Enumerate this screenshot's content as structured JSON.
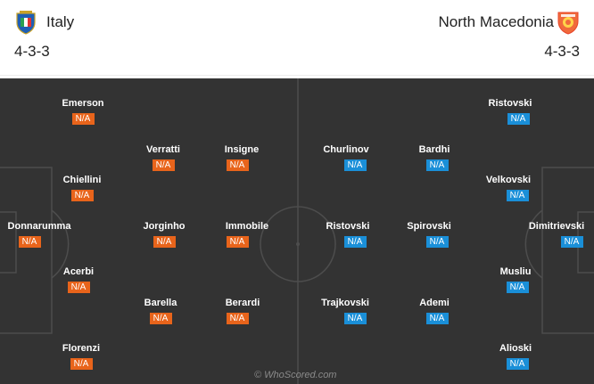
{
  "home": {
    "name": "Italy",
    "formation": "4-3-3",
    "rating_label": "N/A",
    "players": [
      {
        "name": "Emerson"
      },
      {
        "name": "Chiellini"
      },
      {
        "name": "Donnarumma"
      },
      {
        "name": "Acerbi"
      },
      {
        "name": "Florenzi"
      },
      {
        "name": "Verratti"
      },
      {
        "name": "Jorginho"
      },
      {
        "name": "Barella"
      },
      {
        "name": "Insigne"
      },
      {
        "name": "Immobile"
      },
      {
        "name": "Berardi"
      }
    ]
  },
  "away": {
    "name": "North Macedonia",
    "formation": "4-3-3",
    "rating_label": "N/A",
    "players": [
      {
        "name": "Ristovski"
      },
      {
        "name": "Velkovski"
      },
      {
        "name": "Dimitrievski"
      },
      {
        "name": "Musliu"
      },
      {
        "name": "Alioski"
      },
      {
        "name": "Bardhi"
      },
      {
        "name": "Spirovski"
      },
      {
        "name": "Ademi"
      },
      {
        "name": "Churlinov"
      },
      {
        "name": "Ristovski"
      },
      {
        "name": "Trajkovski"
      }
    ]
  },
  "colors": {
    "pitch": "#333333",
    "pitch_lines": "#4d4d4d",
    "home_badge": "#e8641b",
    "away_badge": "#1a8fd8"
  },
  "icons": {
    "home_crest": "italy-crest-icon",
    "away_crest": "north-macedonia-crest-icon"
  },
  "watermark": "© WhoScored.com"
}
